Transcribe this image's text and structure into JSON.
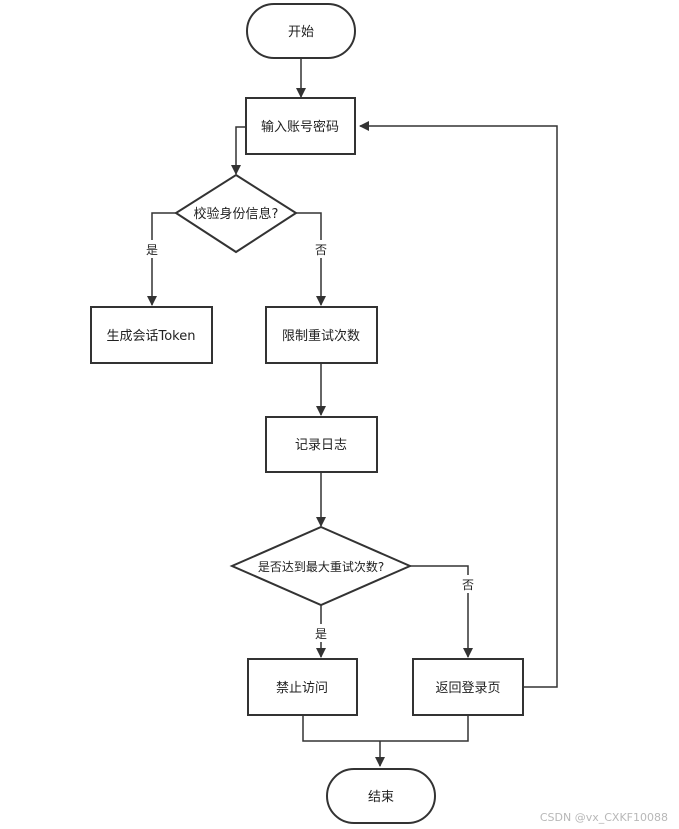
{
  "nodes": {
    "start": "开始",
    "input": "输入账号密码",
    "verify": "校验身份信息?",
    "token": "生成会话Token",
    "limit": "限制重试次数",
    "log": "记录日志",
    "max_retry": "是否达到最大重试次数?",
    "deny": "禁止访问",
    "back": "返回登录页",
    "end": "结束"
  },
  "edges": {
    "verify_yes": "是",
    "verify_no": "否",
    "max_yes": "是",
    "max_no": "否"
  },
  "watermark": "CSDN @vx_CXKF10088"
}
